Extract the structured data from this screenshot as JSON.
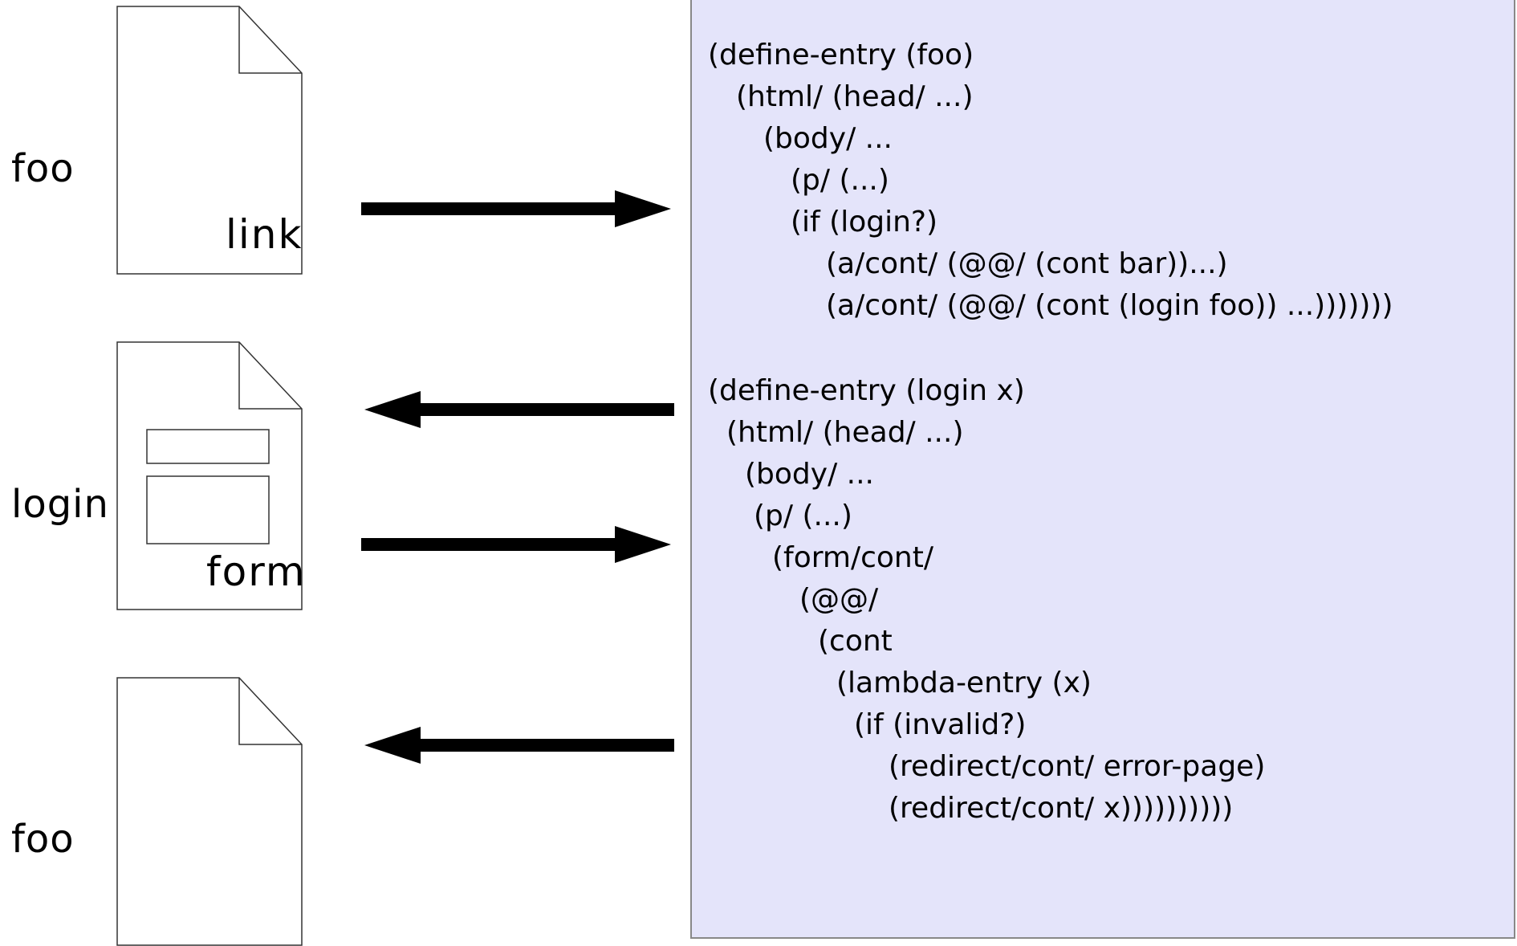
{
  "pages": [
    {
      "label": "foo",
      "caption": "link"
    },
    {
      "label": "login",
      "caption": "form"
    },
    {
      "label": "foo",
      "caption": ""
    }
  ],
  "code": {
    "define_foo": [
      "(define-entry (foo)",
      "(html/ (head/ ...)",
      "(body/ ...",
      "(p/ (...)",
      "(if (login?)",
      "(a/cont/ (@@/ (cont bar))...)",
      "(a/cont/ (@@/ (cont (login foo)) ...)))))))"
    ],
    "define_login": [
      "(define-entry (login x)",
      "(html/ (head/ ...)",
      "(body/ ...",
      "(p/ (...)",
      "(form/cont/",
      "(@@/",
      "(cont",
      "(lambda-entry (x)",
      "(if (invalid?)",
      "(redirect/cont/ error-page)",
      "(redirect/cont/ x))))))))))"
    ]
  },
  "arrows": [
    {
      "direction": "right"
    },
    {
      "direction": "left"
    },
    {
      "direction": "right"
    },
    {
      "direction": "left"
    }
  ],
  "colors": {
    "panel_background": "#e4e4fa",
    "panel_border": "#888888",
    "arrow": "#000000"
  }
}
